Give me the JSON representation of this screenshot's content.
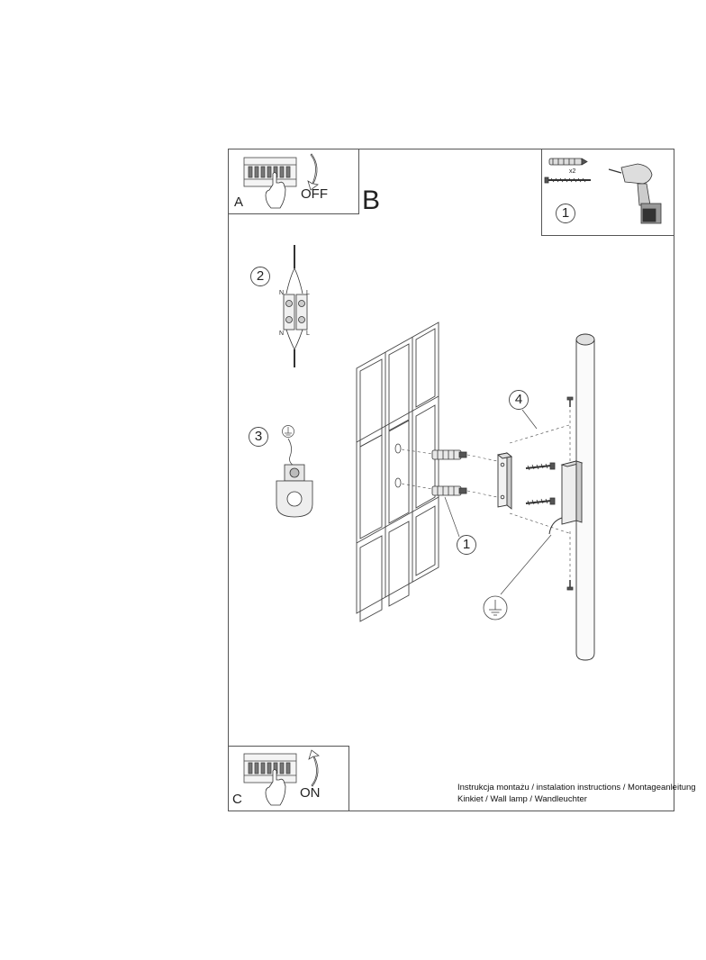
{
  "panels": {
    "a": {
      "letter": "A",
      "word": "OFF"
    },
    "b": {
      "letter": "B"
    },
    "c": {
      "letter": "C",
      "word": "ON"
    }
  },
  "steps": {
    "tools": {
      "number": "1",
      "quantity": "x2"
    },
    "terminal": {
      "number": "2",
      "left_top": "N",
      "right_top": "L",
      "left_bottom": "N",
      "right_bottom": "L"
    },
    "ground": {
      "number": "3"
    },
    "bracket": {
      "number": "4"
    },
    "wall": {
      "number": "1"
    }
  },
  "footer": {
    "line1": "Instrukcja montażu / instalation instructions / Montageanleitung",
    "line2": "Kinkiet / Wall lamp / Wandleuchter"
  }
}
